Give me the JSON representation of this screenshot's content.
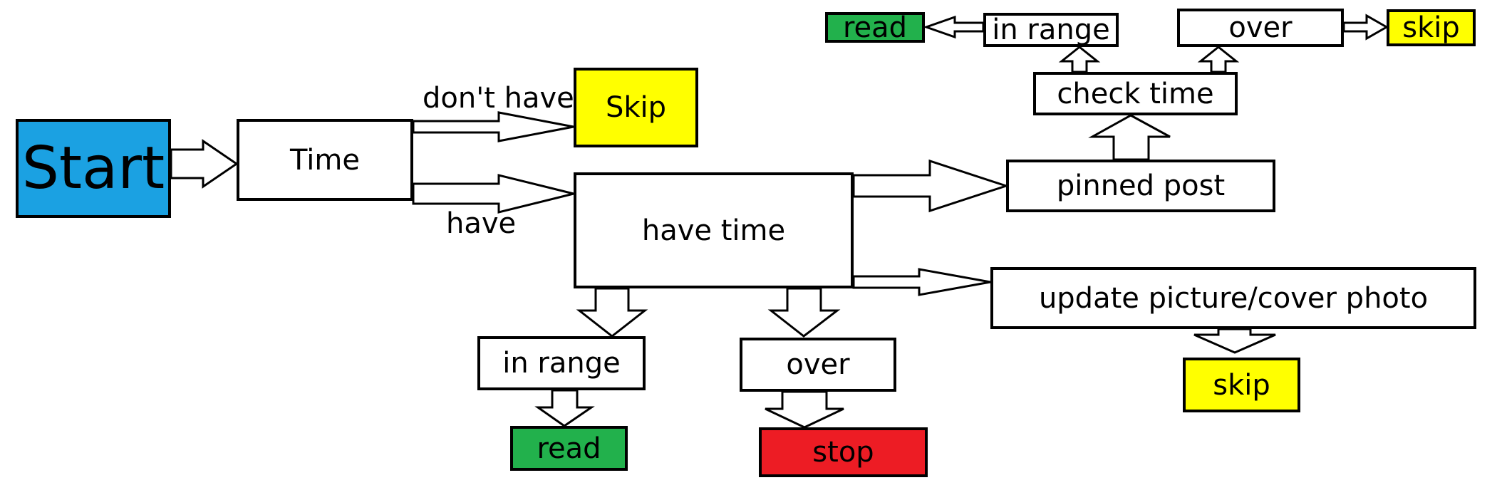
{
  "colors": {
    "start": "#1ba1e2",
    "skip": "#ffff00",
    "read": "#22b14c",
    "stop": "#ed1c24",
    "default": "#ffffff",
    "border": "#000000"
  },
  "nodes": {
    "start": "Start",
    "time": "Time",
    "skip_main": "Skip",
    "have_time": "have time",
    "in_range_bottom": "in range",
    "read_bottom": "read",
    "over_bottom": "over",
    "stop": "stop",
    "pinned_post": "pinned post",
    "check_time": "check time",
    "in_range_top": "in range",
    "read_top": "read",
    "over_top": "over",
    "skip_top": "skip",
    "update_photo": "update picture/cover photo",
    "skip_update": "skip"
  },
  "edge_labels": {
    "dont_have": "don't have",
    "have": "have"
  }
}
